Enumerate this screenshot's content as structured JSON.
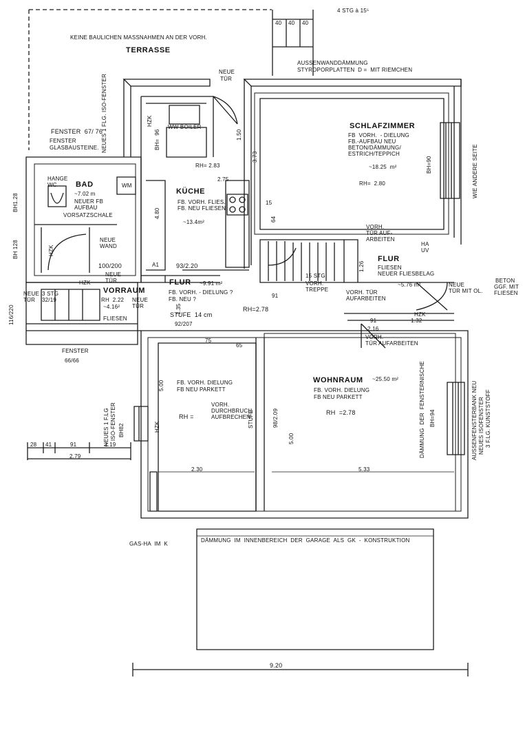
{
  "labels": {
    "header_note": "KEINE BAULICHEN MASSNAHMEN AN DER VORH.",
    "terrasse": "TERRASSE",
    "stair_top": "4 STG à 15⁵",
    "stair_step": "40",
    "insulation_note_1": "AUSSENWANDDÄMMUNG",
    "insulation_note_2": "STYROPORPLATTEN  D =  MIT RIEMCHEN",
    "neue_tuer_top_1": "NEUE",
    "neue_tuer_top_2": "TÜR",
    "iso_fenster_left": "NEUES 1 FLG. ISO-FENSTER",
    "fenster_top_label": "FENSTER  67/ 76",
    "fenster_top_note_1": "FENSTER",
    "fenster_top_note_2": "GLASBAUSTEINE.",
    "hzk": "HZK",
    "bh_96": "BH=  96",
    "boiler": "WW BOILER",
    "dim_150": "1.50",
    "dim_373": "3.73",
    "rh_283": "RH= 2.83",
    "dim_275": "2.75",
    "bad_title": "BAD",
    "bad_hange_1": "HANGE",
    "bad_hange_2": "WC",
    "bad_area": "~7.02 m",
    "bad_note_1": "NEUER FB",
    "bad_note_2": "AUFBAU",
    "bad_note_3": "VORSATZSCHALE",
    "wm": "WM",
    "bh128_a": "BH1.28",
    "bh128_b": "BH 128",
    "neue_wand_1": "NEUE",
    "neue_wand_2": "WAND",
    "kueche_title": "KÜCHE",
    "kueche_note_1": "FB. VORH. FLIES.",
    "kueche_note_2": "FB. NEU FLIESEN",
    "kueche_area": "~13.4m²",
    "dim_480": "4.80",
    "schlafzimmer_title": "SCHLAFZIMMER",
    "schlaf_note_1": "FB  VORH.  - DIELUNG",
    "schlaf_note_2": "FB.-AUFBAU NEU",
    "schlaf_note_3": "BETON/DÄMMUNG/",
    "schlaf_note_4": "ESTRICH/TEPPICH",
    "schlaf_area": "~18.25  m²",
    "rh_280": "RH=  2.80",
    "bh_90": "BH=90",
    "wie_andere_seite": "WIE ANDERE SEITE",
    "dim_15": "15",
    "dim_64": "64",
    "vorh_tuer_1": "VORH.",
    "vorh_tuer_2": "TÜR AUF-",
    "vorh_tuer_3": "ARBEITEN",
    "ha_1": "HA",
    "ha_2": "UV",
    "dim_100_200": "100/200",
    "neue_tuer_a_1": "NEUE",
    "neue_tuer_a_2": "TÜR",
    "dim_93_220": "93/2.20",
    "a1": "A1",
    "vorraum_title": "VORRAUM",
    "vorraum_rh": "RH  2.22",
    "vorraum_area": "~4.16²",
    "vorraum_neue": "NEUE",
    "vorraum_tuer": "TÜR",
    "vorraum_fliesen": "FLIESEN",
    "neue_tuer_left_1": "NEUE",
    "neue_tuer_left_2": "TÜR",
    "stg_3_1": "3 STG",
    "stg_3_2": "32/19",
    "dim_side": "116/220",
    "flur1_title": "FLUR",
    "flur1_area": "~9.91 m²",
    "flur1_note_1": "FB. VORH. - DIELUNG ?",
    "flur1_note_2": "FB. NEU ?",
    "dim_135": "1.35",
    "stufe_14": "STUFE  14 cm",
    "dim_92_207": "92/207",
    "rh_278_flur": "RH=2.78",
    "stg_15": "15 STG",
    "vorh_treppe_1": "VORH.",
    "vorh_treppe_2": "TREPPE",
    "dim_91": "91",
    "dim_126": "1.26",
    "flur2_title": "FLUR",
    "flur2_note_1": "FLIESEN",
    "flur2_note_2": "NEUER FLIESBELAG",
    "flur2_area": "~5.76 m²",
    "vorh_tuer_aufarb_1": "VORH. TÜR",
    "vorh_tuer_aufarb_2": "AUFARBEITEN",
    "neue_tuer_mit_1": "NEUE",
    "neue_tuer_mit_2": "TÜR MIT OL.",
    "beton_1": "BETON",
    "beton_2": "GGF. MIT",
    "beton_3": "FLIESEN",
    "hzk_132_1": "HZK",
    "hzk_132_2": "1.32",
    "dim_91b": "91",
    "dim_216": "2.16",
    "vorh_tuer_aufarb_b_1": "VORH.",
    "vorh_tuer_aufarb_b_2": "TÜR AUFARBEITEN",
    "dim_75": "75",
    "dim_65": "65",
    "fenster_66": "FENSTER",
    "fenster_66_dim": "66/66",
    "iso_fenster_b_1": "NEUES 1 F.LG",
    "iso_fenster_b_2": "ISO-FENSTER",
    "bh_82": "BH82",
    "dim_500_left": "5.00",
    "room_left_note_1": "FB. VORH. DIELUNG",
    "room_left_note_2": "FB NEU PARKETT",
    "room_left_rh": "RH =",
    "vorh_durchbruch_1": "VORH.",
    "vorh_durchbruch_2": "DURCHBRUCH",
    "vorh_durchbruch_3": "AUFBRECHEN",
    "stufe_v": "STUFE",
    "dim_98_209": "98/2.09",
    "dim_500_right": "5.00",
    "wohnraum_title": "WOHNRAUM",
    "wohnraum_area": "~25.50 m²",
    "wohn_note_1": "FB. VORH. DIELUNG",
    "wohn_note_2": "FB NEU PARKETT",
    "wohn_rh": "RH  =2.78",
    "daemmung_nische": "DÄMMUNG  DER  FENSTERNISCHE",
    "bh_94": "BH=94",
    "aussen_fenster_1": "AUSSENFENSTERBANK NEU",
    "aussen_fenster_2": "NEUES ISOFENSTER",
    "aussen_fenster_3": "3 F.LG. KUNSTSTOFF",
    "dim_28": "28",
    "dim_41": "41",
    "dim_91c": "91",
    "dim_119": "1.19",
    "dim_279": "2.79",
    "dim_230": "2.30",
    "dim_533": "5.33",
    "gas_ha": "GAS-HA  IM  K",
    "garage_note": "DÄMMUNG  IM  INNENBEREICH  DER  GARAGE  ALS  GK  -  KONSTRUKTION",
    "dim_920": "9.20"
  }
}
